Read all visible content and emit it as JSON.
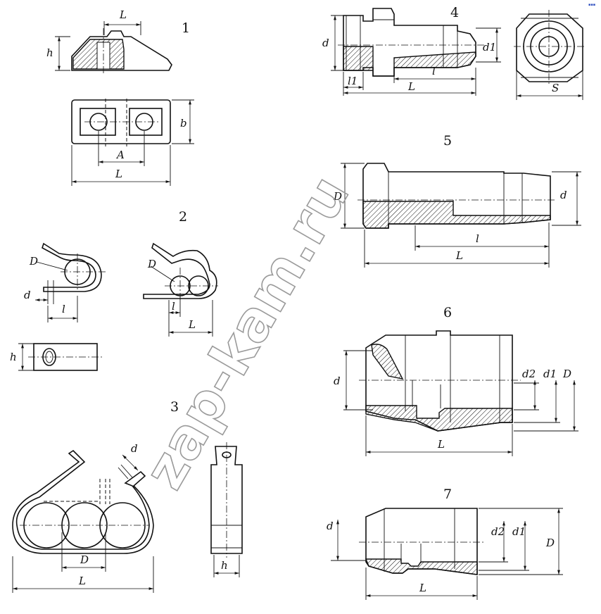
{
  "figures": [
    {
      "number": "1",
      "labels": [
        "L",
        "h",
        "b",
        "A",
        "L"
      ]
    },
    {
      "number": "2",
      "labels": [
        "D",
        "d",
        "l",
        "D",
        "l",
        "L",
        "h"
      ]
    },
    {
      "number": "3",
      "labels": [
        "d",
        "D",
        "L",
        "h"
      ]
    },
    {
      "number": "4",
      "labels": [
        "d",
        "d1",
        "l1",
        "l",
        "L",
        "S"
      ]
    },
    {
      "number": "5",
      "labels": [
        "D",
        "d",
        "l",
        "L"
      ]
    },
    {
      "number": "6",
      "labels": [
        "d",
        "d2",
        "d1",
        "D",
        "L"
      ]
    },
    {
      "number": "7",
      "labels": [
        "d",
        "d2",
        "d1",
        "D",
        "L"
      ]
    }
  ],
  "watermark": "zap-kam.ru",
  "corner_mark": "▪▪▪"
}
